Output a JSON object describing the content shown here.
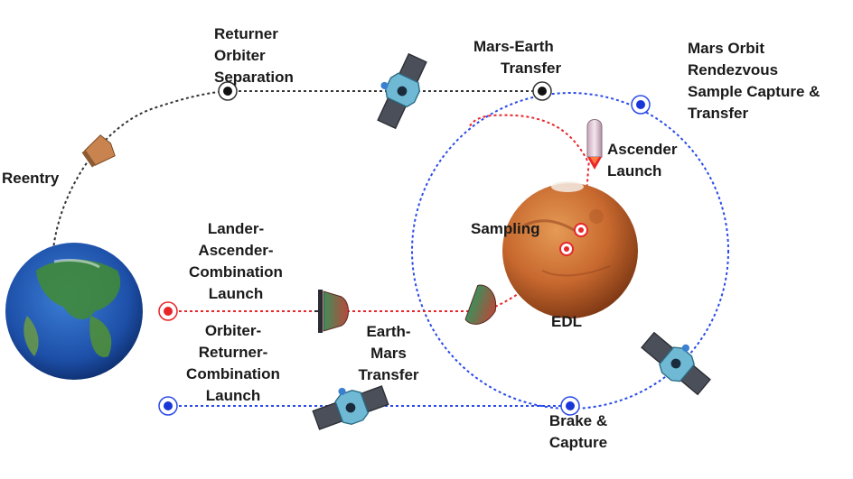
{
  "labels": {
    "returner_orbiter_separation": [
      "Returner",
      "Orbiter",
      "Separation"
    ],
    "mars_earth_transfer": [
      "Mars-Earth",
      "Transfer"
    ],
    "mars_orbit_rendezvous": [
      "Mars Orbit",
      "Rendezvous",
      "Sample Capture &",
      "Transfer"
    ],
    "reentry": "Reentry",
    "ascender_launch": [
      "Ascender",
      "Launch"
    ],
    "sampling": "Sampling",
    "lander_ascender_launch": [
      "Lander-",
      "Ascender-",
      "Combination",
      "Launch"
    ],
    "edl": "EDL",
    "orbiter_returner_launch": [
      "Orbiter-",
      "Returner-",
      "Combination",
      "Launch"
    ],
    "earth_mars_transfer": [
      "Earth-",
      "Mars",
      "Transfer"
    ],
    "brake_capture": [
      "Brake &",
      "Capture"
    ]
  },
  "colors": {
    "orbiter_path": "#2a4be8",
    "lander_path": "#e8262a",
    "return_path": "#333333",
    "mars": "#c8692f",
    "earth_ocean": "#1d4fa8",
    "spacecraft": "#6fb9d4",
    "solar_panel": "#4a4f5a"
  },
  "icons": [
    "earth-icon",
    "mars-icon",
    "orbiter-spacecraft-icon",
    "reentry-capsule-icon",
    "lander-capsule-icon",
    "ascender-rocket-icon"
  ]
}
